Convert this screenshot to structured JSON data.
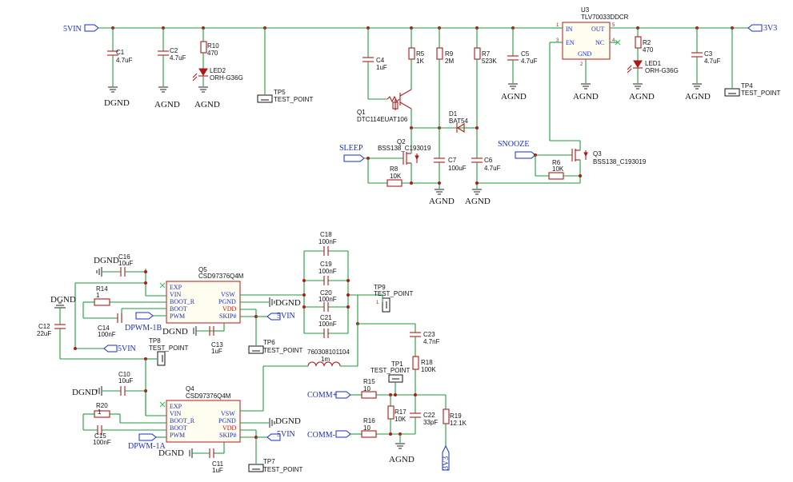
{
  "nets": {
    "v5": "5VIN",
    "v3": "3V3",
    "sleep": "SLEEP",
    "snooze": "SNOOZE",
    "dpwm1b": "DPWM-1B",
    "dpwm1a": "DPWM-1A",
    "commp": "COMM+",
    "commn": "COMM-"
  },
  "grounds": {
    "dgnd": "DGND",
    "agnd": "AGND"
  },
  "components": {
    "c1": {
      "ref": "C1",
      "val": "4.7uF"
    },
    "c2": {
      "ref": "C2",
      "val": "4.7uF"
    },
    "r10": {
      "ref": "R10",
      "val": "470"
    },
    "led2": {
      "ref": "LED2",
      "val": "ORH-G36G"
    },
    "tp5": {
      "ref": "TP5",
      "val": "TEST_POINT"
    },
    "c4": {
      "ref": "C4",
      "val": "1uF"
    },
    "r5": {
      "ref": "R5",
      "val": "1K"
    },
    "r9": {
      "ref": "R9",
      "val": "2M"
    },
    "r7": {
      "ref": "R7",
      "val": "523K"
    },
    "c5": {
      "ref": "C5",
      "val": "4.7uF"
    },
    "u3": {
      "ref": "U3",
      "val": "TLV70033DDCR",
      "pins": {
        "in": "IN",
        "en": "EN",
        "gnd": "GND",
        "out": "OUT",
        "nc": "NC"
      },
      "nums": {
        "in": "1",
        "en": "3",
        "gnd": "2",
        "out": "5",
        "nc": "4"
      }
    },
    "r2": {
      "ref": "R2",
      "val": "470"
    },
    "led1": {
      "ref": "LED1",
      "val": "ORH-G36G"
    },
    "c3": {
      "ref": "C3",
      "val": "4.7uF"
    },
    "tp4": {
      "ref": "TP4",
      "val": "TEST_POINT"
    },
    "q1": {
      "ref": "Q1",
      "val": "DTC114EUAT106"
    },
    "d1": {
      "ref": "D1",
      "val": "BAT54"
    },
    "q2": {
      "ref": "Q2",
      "val": "BSS138_C193019"
    },
    "r8": {
      "ref": "R8",
      "val": "10K"
    },
    "c7": {
      "ref": "C7",
      "val": "100uF"
    },
    "c6": {
      "ref": "C6",
      "val": "4.7uF"
    },
    "r6": {
      "ref": "R6",
      "val": "10K"
    },
    "q3": {
      "ref": "Q3",
      "val": "BSS138_C193019"
    },
    "c16": {
      "ref": "C16",
      "val": "10uF"
    },
    "r14": {
      "ref": "R14",
      "val": "1"
    },
    "c14": {
      "ref": "C14",
      "val": "100nF"
    },
    "c12": {
      "ref": "C12",
      "val": "22uF"
    },
    "q5": {
      "ref": "Q5",
      "val": "CSD97376Q4M"
    },
    "q4": {
      "ref": "Q4",
      "val": "CSD97376Q4M"
    },
    "c13": {
      "ref": "C13",
      "val": "1uF"
    },
    "tp6": {
      "ref": "TP6",
      "val": "TEST_POINT"
    },
    "tp8": {
      "ref": "TP8",
      "val": "TEST_POINT"
    },
    "c18": {
      "ref": "C18",
      "val": "100nF"
    },
    "c19": {
      "ref": "C19",
      "val": "100nF"
    },
    "c20": {
      "ref": "C20",
      "val": "100nF"
    },
    "c21": {
      "ref": "C21",
      "val": "100nF"
    },
    "tp9": {
      "ref": "TP9",
      "val": "TEST_POINT"
    },
    "l1": {
      "ref": "760308101104",
      "val": "1m"
    },
    "c23": {
      "ref": "C23",
      "val": "4.7nF"
    },
    "r18": {
      "ref": "R18",
      "val": "100K"
    },
    "tp1": {
      "ref": "TP1",
      "val": "TEST_POINT"
    },
    "c10": {
      "ref": "C10",
      "val": "10uF"
    },
    "r15": {
      "ref": "R15",
      "val": "10"
    },
    "r17": {
      "ref": "R17",
      "val": "10K"
    },
    "c22": {
      "ref": "C22",
      "val": "33pF"
    },
    "r19": {
      "ref": "R19",
      "val": "12.1K"
    },
    "r16": {
      "ref": "R16",
      "val": "10"
    },
    "r20": {
      "ref": "R20",
      "val": "1"
    },
    "c15": {
      "ref": "C15",
      "val": "100nF"
    },
    "c11": {
      "ref": "C11",
      "val": "1uF"
    },
    "tp7": {
      "ref": "TP7",
      "val": "TEST_POINT"
    }
  },
  "driver_pins": {
    "exp": "EXP",
    "vin": "VIN",
    "boot_r": "BOOT_R",
    "boot": "BOOT",
    "pwm": "PWM",
    "vsw": "VSW",
    "pgnd": "PGND",
    "vdd": "VDD",
    "skip": "SKIP#"
  },
  "colors": {
    "wire": "#1e9a3c",
    "component": "#b01818",
    "net_label": "#1a2fc8"
  }
}
